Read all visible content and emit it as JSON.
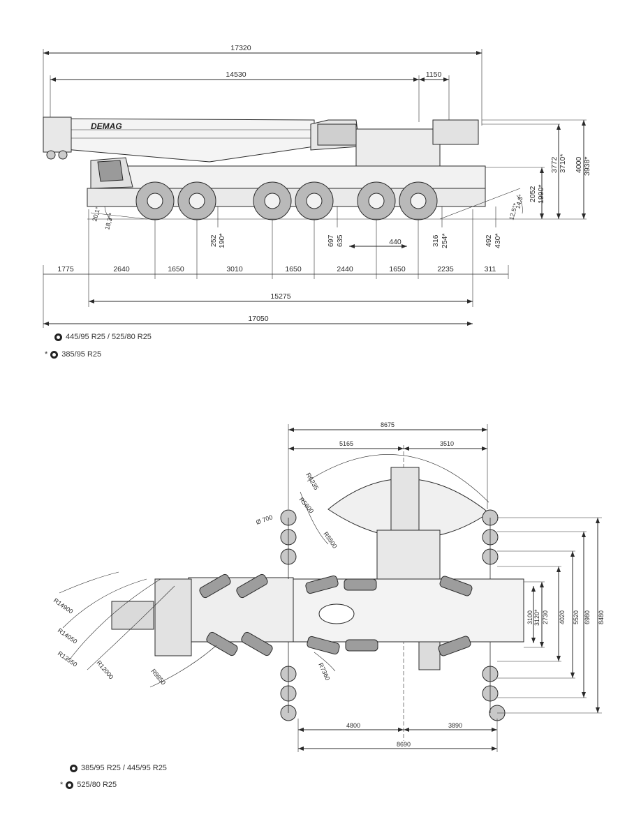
{
  "brand": {
    "logo": "DEMAG"
  },
  "side_view": {
    "top_dims": {
      "overall_length": "17320",
      "boom_length": "14530",
      "rear_overhang": "1150"
    },
    "height_dims": {
      "h3772": "3772",
      "h3710": "3710*",
      "h4000": "4000",
      "h3938": "3938*",
      "h2052": "2052",
      "h1990": "1990*"
    },
    "angle_dims": {
      "front_a": "20,1°",
      "front_b": "18,3°*",
      "rear_a": "14,3°",
      "rear_b": "12,5°*"
    },
    "clearances": {
      "c252": "252",
      "c190": "190*",
      "c697": "697",
      "c635": "635",
      "c316": "316",
      "c254": "254*",
      "c492": "492",
      "c430": "430*",
      "c440": "440"
    },
    "axle_spacing": [
      "1775",
      "2640",
      "1650",
      "3010",
      "1650",
      "2440",
      "1650",
      "2235",
      "311"
    ],
    "wheelbase_total": "15275",
    "overall_length_bottom": "17050",
    "legend": [
      {
        "marker": "",
        "text": "445/95 R25 / 525/80 R25"
      },
      {
        "marker": "*",
        "text": "385/95 R25"
      }
    ]
  },
  "top_view": {
    "width_dims": {
      "total": "8675",
      "left": "5165",
      "right": "3510"
    },
    "radii": {
      "r6235": "R6235",
      "r5600": "R5600",
      "r5500": "R5500",
      "d700": "Ø 700",
      "r14900": "R14900",
      "r14050": "R14050",
      "r13550": "R13550",
      "r12000": "R12000",
      "r9850": "R9850",
      "r7360": "R7360"
    },
    "outrigger_widths": [
      "3100",
      "3120*",
      "2730",
      "4020",
      "5520",
      "6980",
      "8480"
    ],
    "bottom_dims": {
      "left": "4800",
      "right": "3890",
      "total": "8690"
    },
    "legend": [
      {
        "marker": "",
        "text": "385/95 R25 / 445/95 R25"
      },
      {
        "marker": "*",
        "text": "525/80 R25"
      }
    ]
  }
}
